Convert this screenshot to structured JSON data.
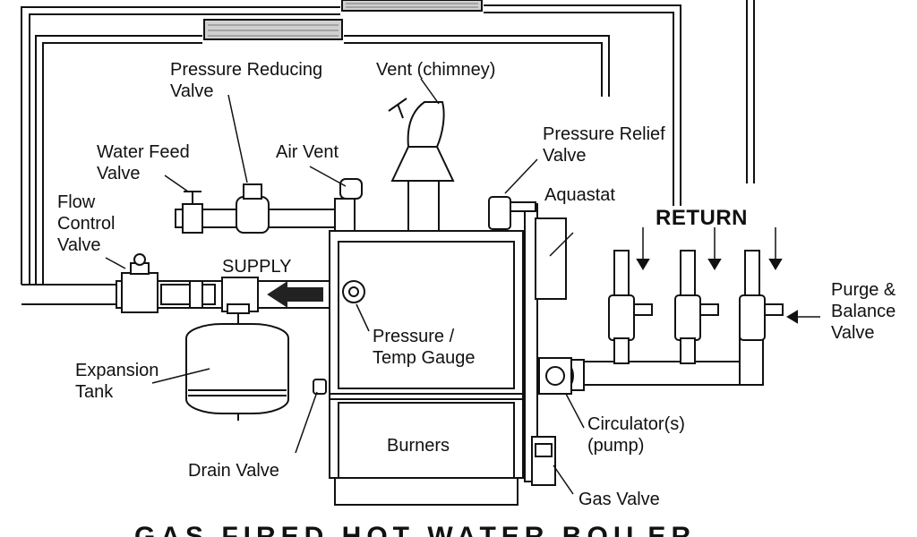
{
  "labels": {
    "pressure_reducing_valve": [
      "Pressure Reducing",
      "Valve"
    ],
    "vent_chimney": "Vent (chimney)",
    "pressure_relief_valve": [
      "Pressure Relief",
      "Valve"
    ],
    "water_feed_valve": [
      "Water Feed",
      "Valve"
    ],
    "air_vent": "Air Vent",
    "aquastat": "Aquastat",
    "flow_control_valve": [
      "Flow",
      "Control",
      "Valve"
    ],
    "return": "RETURN",
    "supply": "SUPPLY",
    "purge_balance_valve": [
      "Purge &",
      "Balance",
      "Valve"
    ],
    "pressure_temp_gauge": [
      "Pressure /",
      "Temp Gauge"
    ],
    "expansion_tank": [
      "Expansion",
      "Tank"
    ],
    "circulators_pump": [
      "Circulator(s)",
      "(pump)"
    ],
    "burners": "Burners",
    "drain_valve": "Drain Valve",
    "gas_valve": "Gas Valve"
  },
  "caption": "GAS FIRED HOT WATER BOILER",
  "colors": {
    "line": "#111111",
    "background": "#ffffff",
    "radiator": "#bdbdbd"
  }
}
